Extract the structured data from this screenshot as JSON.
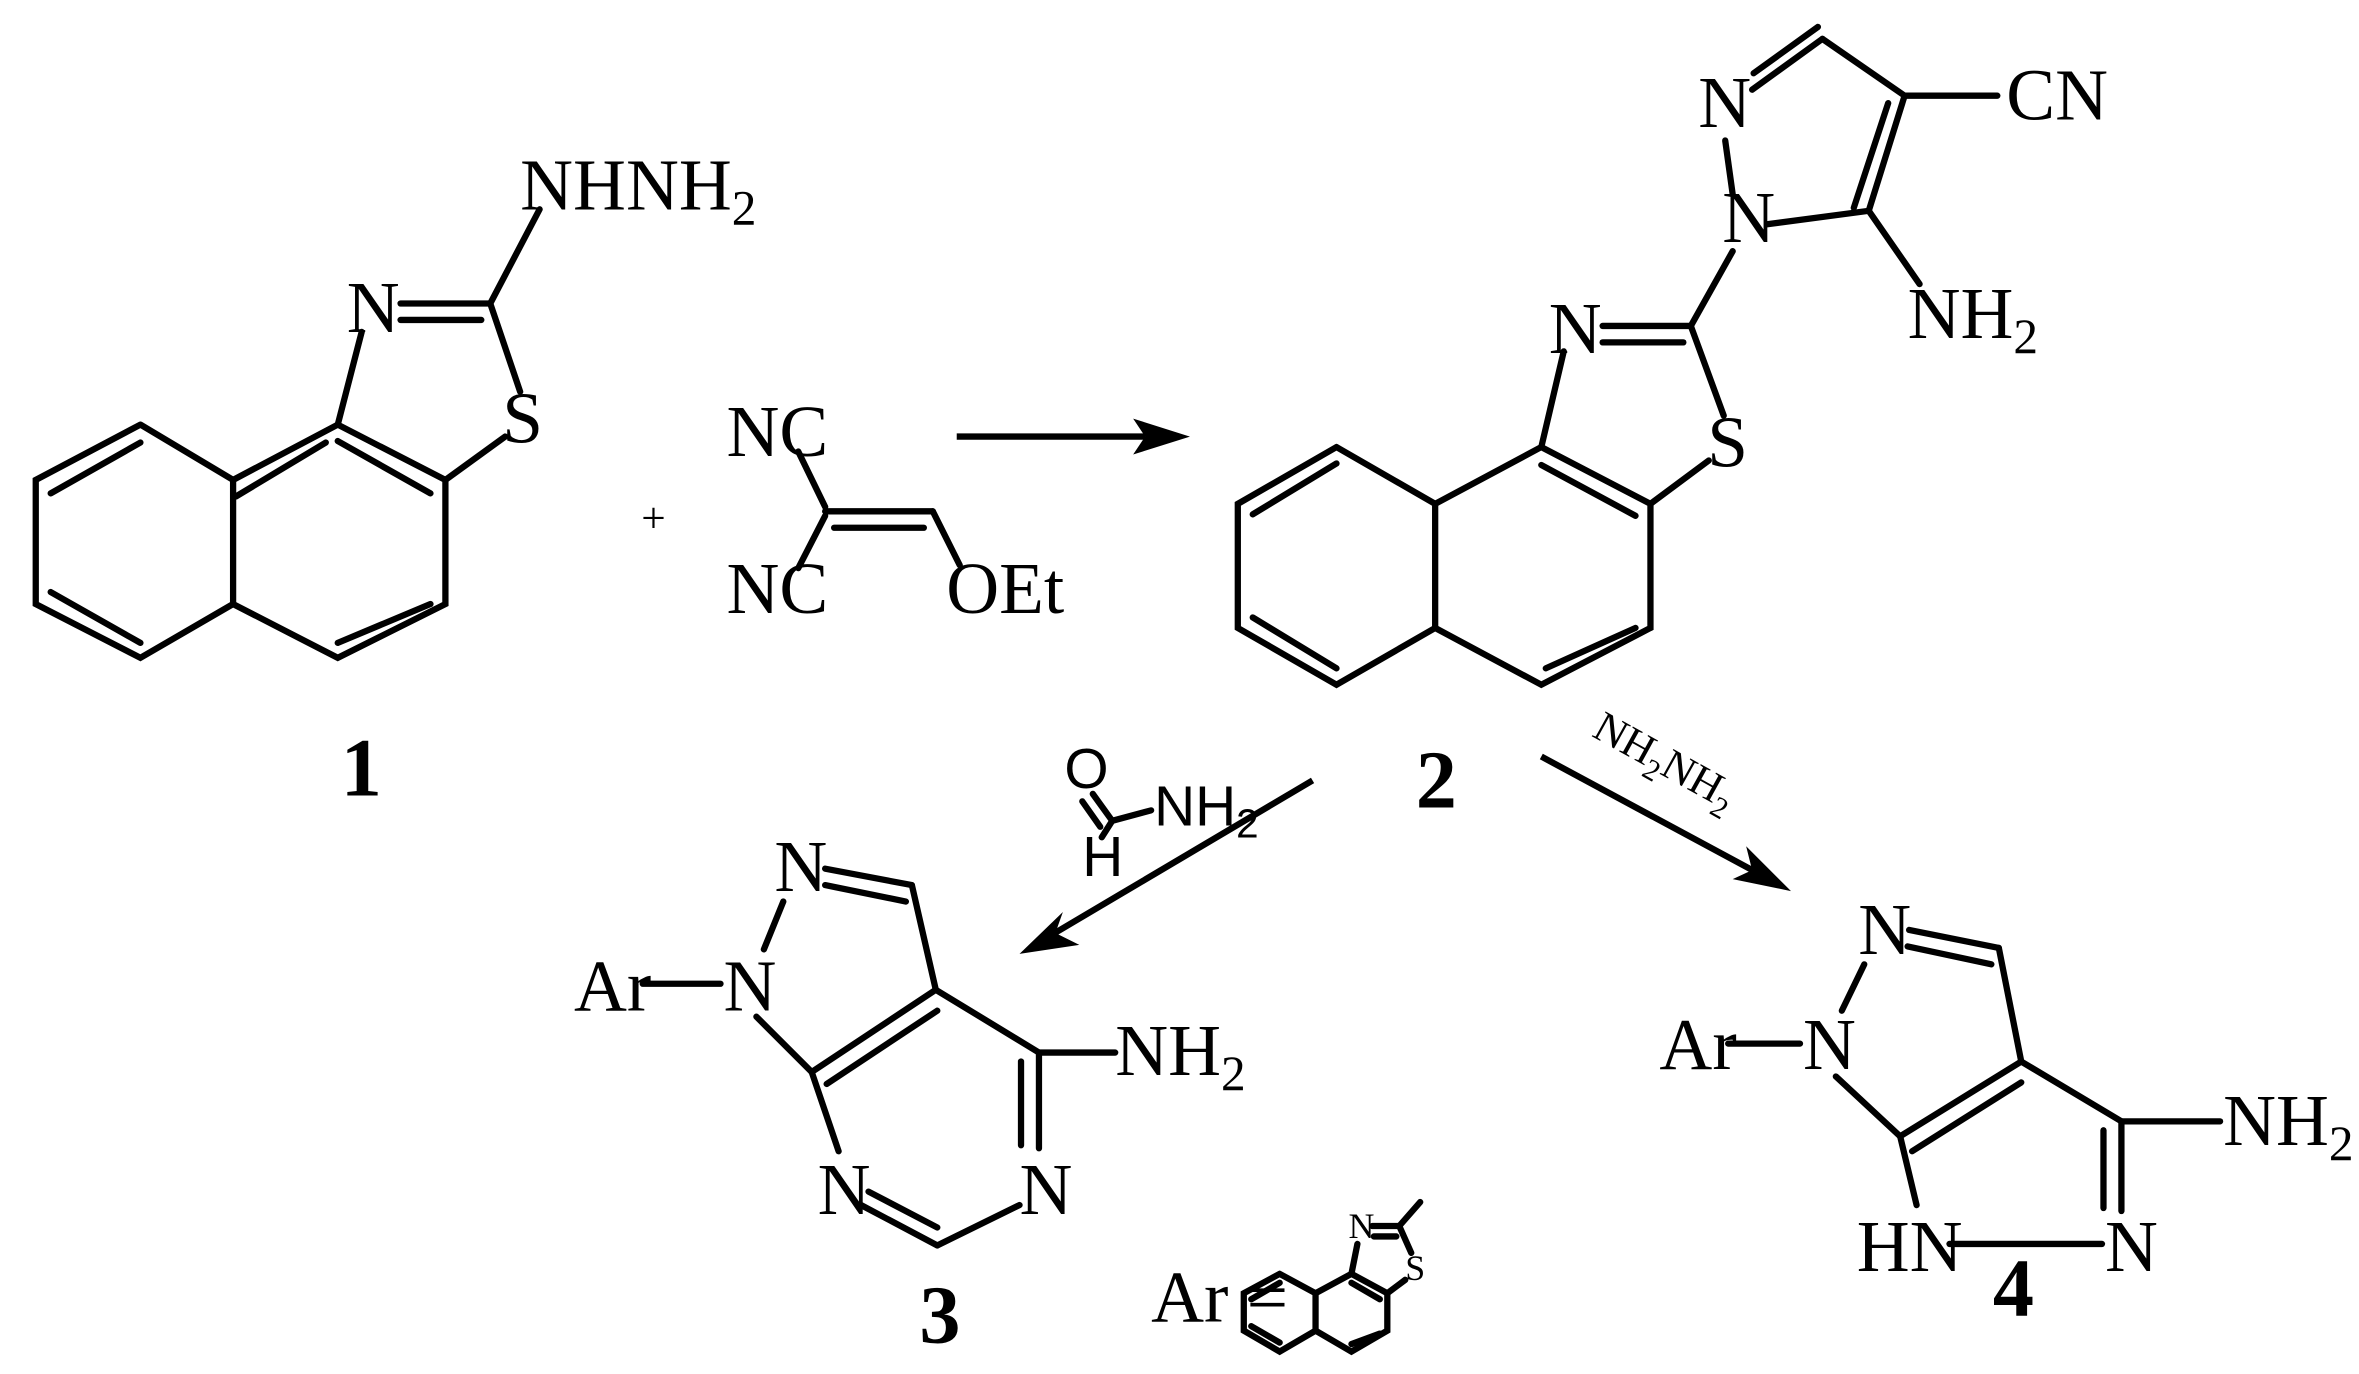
{
  "compounds": {
    "c1": {
      "number": "1",
      "substituent": {
        "main": "NHNH",
        "sub": "2"
      },
      "atom_N": "N",
      "atom_S": "S"
    },
    "reagent": {
      "plus": "+",
      "nc_top": "NC",
      "nc_bottom": "NC",
      "oet": "OEt"
    },
    "c2": {
      "number": "2",
      "pyrazole_N_top": "N",
      "pyrazole_N1": "N",
      "cn": "CN",
      "amino": {
        "main": "NH",
        "sub": "2"
      },
      "atom_N": "N",
      "atom_S": "S"
    },
    "c3": {
      "number": "3",
      "ar": "Ar",
      "n1": "N",
      "n2": "N",
      "amino": {
        "main": "NH",
        "sub": "2"
      },
      "n_pyr_left": "N",
      "n_pyr_right": "N"
    },
    "c4": {
      "number": "4",
      "ar": "Ar",
      "n1": "N",
      "n2": "N",
      "amino": {
        "main": "NH",
        "sub": "2"
      },
      "hn": "HN",
      "n_right": "N"
    },
    "ar_definition": {
      "label": "Ar =",
      "atom_N": "N",
      "atom_S": "S"
    }
  },
  "reagents": {
    "formamide": {
      "o": "O",
      "h": "H",
      "nh": "NH",
      "sub": "2"
    },
    "hydrazine": {
      "nh_a": "NH",
      "sub_a": "2",
      "nh_b": "NH",
      "sub_b": "2"
    }
  }
}
